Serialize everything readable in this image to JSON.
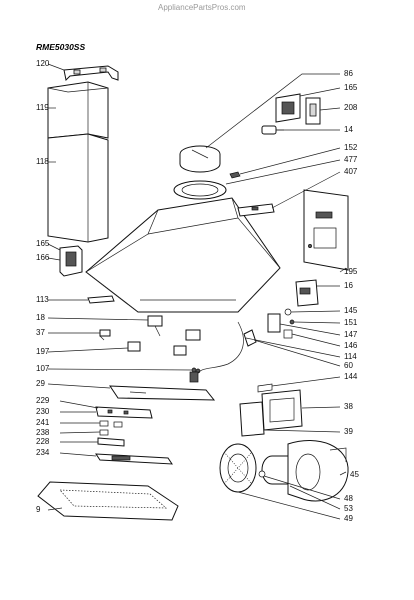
{
  "watermark": "AppliancePartsPros.com",
  "model": "RME5030SS",
  "labels": [
    {
      "id": "120",
      "text": "120"
    },
    {
      "id": "119",
      "text": "119"
    },
    {
      "id": "118",
      "text": "118"
    },
    {
      "id": "165a",
      "text": "165"
    },
    {
      "id": "166",
      "text": "166"
    },
    {
      "id": "113",
      "text": "113"
    },
    {
      "id": "18",
      "text": "18"
    },
    {
      "id": "37",
      "text": "37"
    },
    {
      "id": "197",
      "text": "197"
    },
    {
      "id": "107",
      "text": "107"
    },
    {
      "id": "29",
      "text": "29"
    },
    {
      "id": "229",
      "text": "229"
    },
    {
      "id": "230",
      "text": "230"
    },
    {
      "id": "241",
      "text": "241"
    },
    {
      "id": "238",
      "text": "238"
    },
    {
      "id": "228",
      "text": "228"
    },
    {
      "id": "234",
      "text": "234"
    },
    {
      "id": "9",
      "text": "9"
    },
    {
      "id": "86",
      "text": "86"
    },
    {
      "id": "165b",
      "text": "165"
    },
    {
      "id": "208",
      "text": "208"
    },
    {
      "id": "14",
      "text": "14"
    },
    {
      "id": "152",
      "text": "152"
    },
    {
      "id": "477",
      "text": "477"
    },
    {
      "id": "407",
      "text": "407"
    },
    {
      "id": "195",
      "text": "195"
    },
    {
      "id": "16",
      "text": "16"
    },
    {
      "id": "145",
      "text": "145"
    },
    {
      "id": "151",
      "text": "151"
    },
    {
      "id": "147",
      "text": "147"
    },
    {
      "id": "146",
      "text": "146"
    },
    {
      "id": "114",
      "text": "114"
    },
    {
      "id": "60",
      "text": "60"
    },
    {
      "id": "144",
      "text": "144"
    },
    {
      "id": "38",
      "text": "38"
    },
    {
      "id": "39",
      "text": "39"
    },
    {
      "id": "45",
      "text": "45"
    },
    {
      "id": "48",
      "text": "48"
    },
    {
      "id": "53",
      "text": "53"
    },
    {
      "id": "49",
      "text": "49"
    }
  ]
}
